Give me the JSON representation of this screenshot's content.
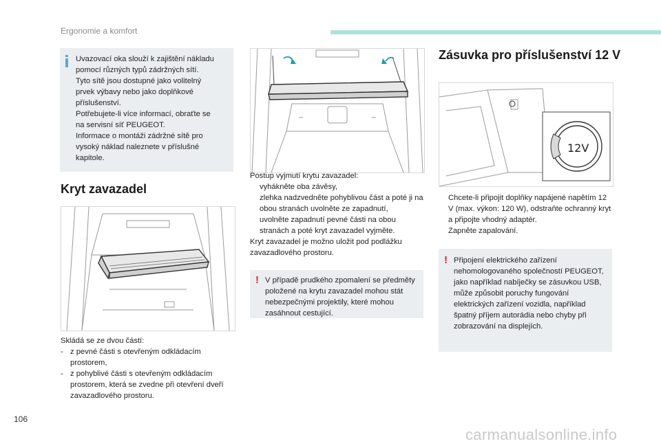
{
  "header": {
    "section_title": "Ergonomie a komfort"
  },
  "info_box": {
    "text_lines": [
      "Uvazovací oka slouží k zajištění nákladu",
      "pomocí různých typů zádržných sítí.",
      "Tyto sítě jsou dostupné jako volitelný",
      "prvek výbavy nebo jako doplňkové",
      "příslušenství.",
      "Potřebujete-li více informací, obraťte se",
      "na servisní síť PEUGEOT.",
      "Informace o montáži zádržné sítě pro",
      "vysoký náklad naleznete v příslušné",
      "kapitole."
    ]
  },
  "kryt": {
    "heading": "Kryt zavazadel",
    "intro": "Skládá se ze dvou částí:",
    "items": [
      {
        "marker": "-",
        "text": "z pevné části s otevřeným odkládacím prostorem,"
      },
      {
        "marker": "-",
        "text": "z pohyblivé části s otevřeným odkládacím prostorem, která se zvedne při otevření dveří zavazadlového prostoru."
      }
    ]
  },
  "postup": {
    "intro": "Postup vyjmutí krytu zavazadel:",
    "items": [
      {
        "marker": "",
        "text": "vyhákněte oba závěsy,"
      },
      {
        "marker": "",
        "text": "zlehka nadzvedněte pohyblivou část a poté ji na obou stranách uvolněte ze zapadnutí,"
      },
      {
        "marker": "",
        "text": "uvolněte zapadnutí pevné části na obou stranách a poté kryt zavazadel vyjměte."
      }
    ],
    "outro": "Kryt zavazadel je možno uložit pod podlážku zavazadlového prostoru."
  },
  "warning1": {
    "mark": "!",
    "text": "V případě prudkého zpomalení se předměty položené na krytu zavazadel mohou stát nebezpečnými projektily, které mohou zasáhnout cestující."
  },
  "zasuvka": {
    "heading": "Zásuvka pro příslušenství 12 V",
    "socket_label": "12V",
    "items": [
      {
        "marker": "",
        "text": "Chcete-li připojit doplňky napájené napětím 12 V (max. výkon: 120 W), odstraňte ochranný kryt a připojte vhodný adaptér."
      },
      {
        "marker": "",
        "text": "Zapněte zapalování."
      }
    ]
  },
  "warning2": {
    "mark": "!",
    "text": "Připojení elektrického zařízení nehomologovaného společností PEUGEOT, jako například nabíječky se zásuvkou USB, může způsobit poruchy fungování elektrických zařízení vozidla, například špatný příjem autorádia nebo chyby při zobrazování na displejích."
  },
  "footer": {
    "page_number": "106",
    "watermark": "carmanualsonline.info"
  },
  "colors": {
    "header_bar": "#a9e3dc",
    "box_bg": "#ebeef0",
    "info_marker": "#5aa8d8",
    "warning_mark": "#e0203a"
  }
}
